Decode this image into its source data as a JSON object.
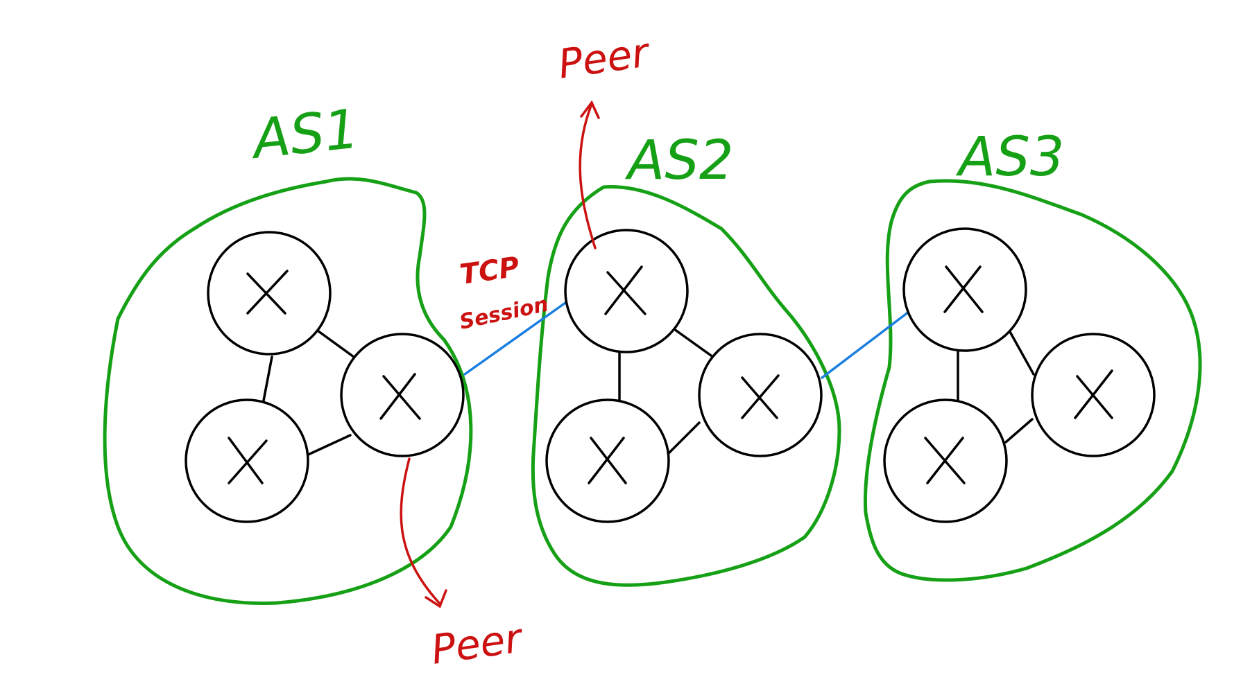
{
  "colors": {
    "as_boundary": "#16a016",
    "annotation": "#cc1111",
    "tcp_session_line": "#1a7fe0",
    "router": "#000000",
    "background": "#ffffff"
  },
  "autonomous_systems": [
    {
      "label": "AS1"
    },
    {
      "label": "AS2"
    },
    {
      "label": "AS3"
    }
  ],
  "router_symbol": "X",
  "annotations": {
    "tcp_session": [
      "TCP",
      "Session"
    ],
    "peer_top": "Peer",
    "peer_bottom": "Peer"
  }
}
